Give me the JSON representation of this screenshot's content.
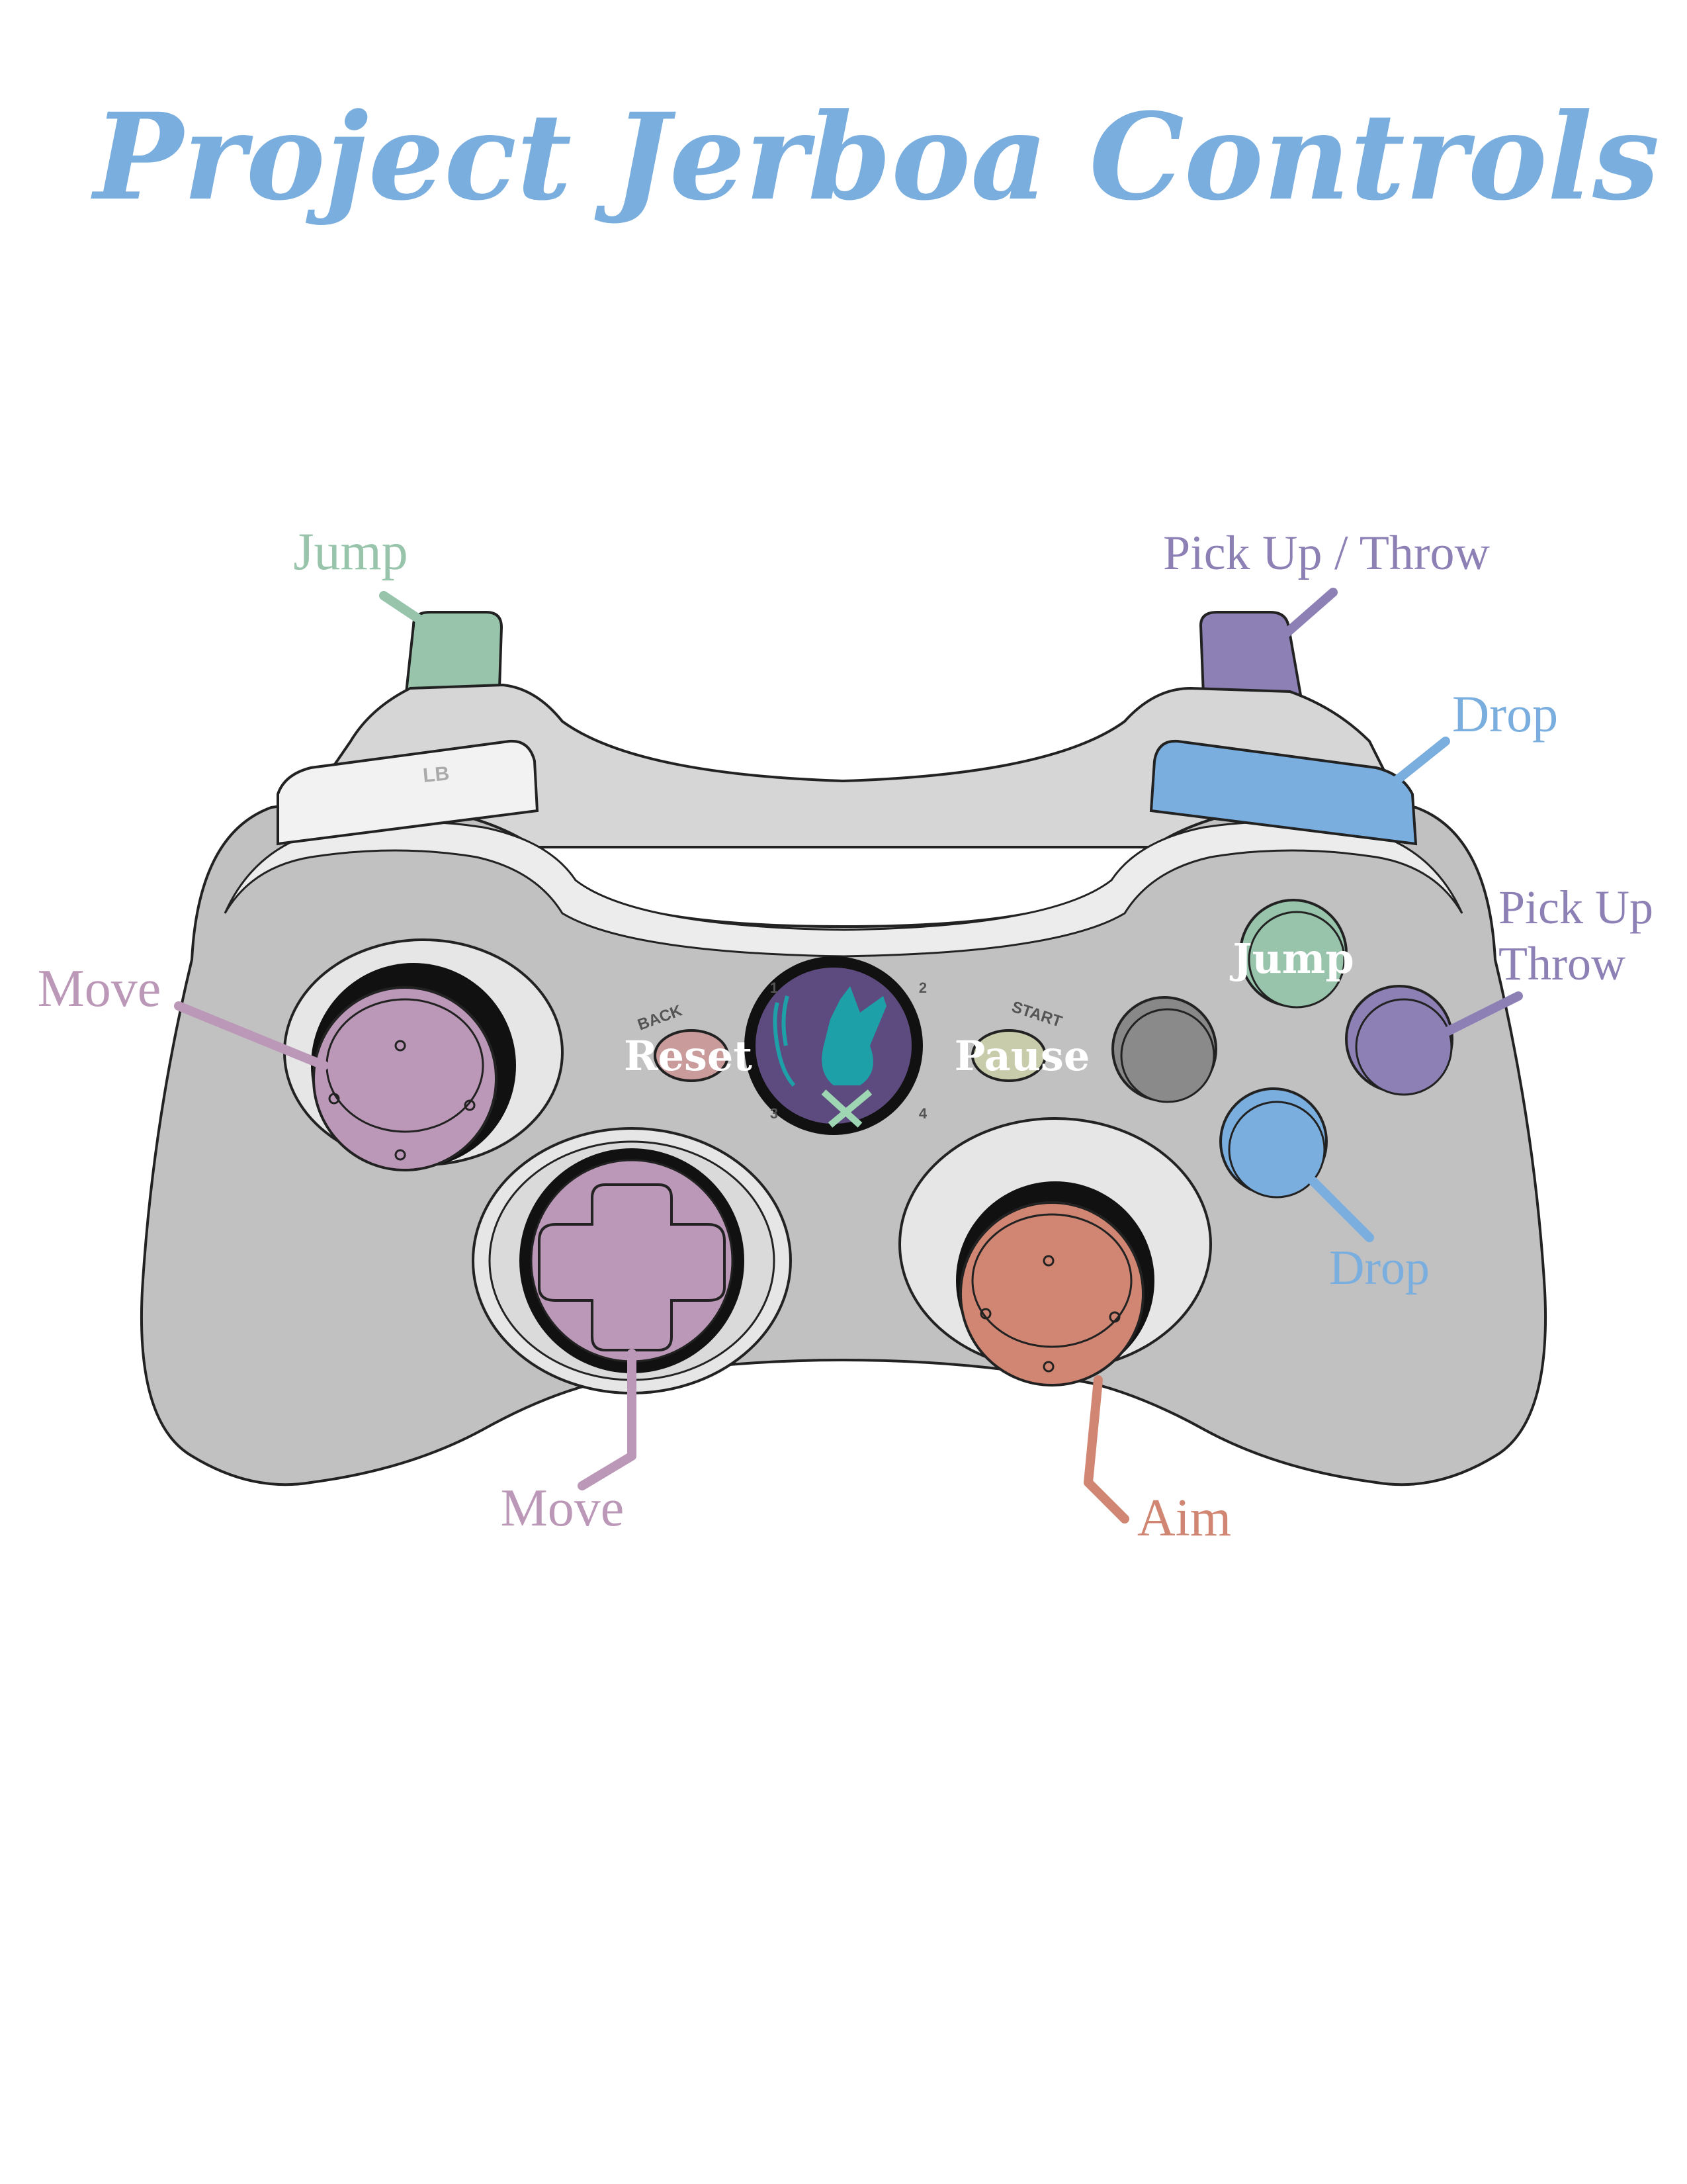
{
  "title": "Project Jerboa Controls",
  "colors": {
    "title": "#7aaede",
    "jump": "#97c4ab",
    "pickup": "#8c80b5",
    "drop": "#7aaede",
    "move": "#bb98b7",
    "aim": "#d08673",
    "reset": "#c99b9b",
    "pause": "#c8ccaa",
    "body": "#c2c1c2",
    "guide_bg": "#5d4a7e",
    "guide_figure": "#1ea0a8"
  },
  "controller": {
    "lb_text": "LB",
    "back_text": "BACK",
    "start_text": "START",
    "guide_numbers": [
      "1",
      "2",
      "3",
      "4"
    ],
    "reset_label": "Reset",
    "pause_label": "Pause",
    "face_jump_label": "Jump"
  },
  "callouts": {
    "lb_jump": "Jump",
    "rb_pickup": "Pick Up / Throw",
    "rt_drop": "Drop",
    "x_pickup_line1": "Pick Up",
    "x_pickup_line2": "Throw",
    "b_drop": "Drop",
    "left_stick_move": "Move",
    "dpad_move": "Move",
    "right_stick_aim": "Aim"
  },
  "icons": {
    "guide": "guide-logo-icon"
  }
}
